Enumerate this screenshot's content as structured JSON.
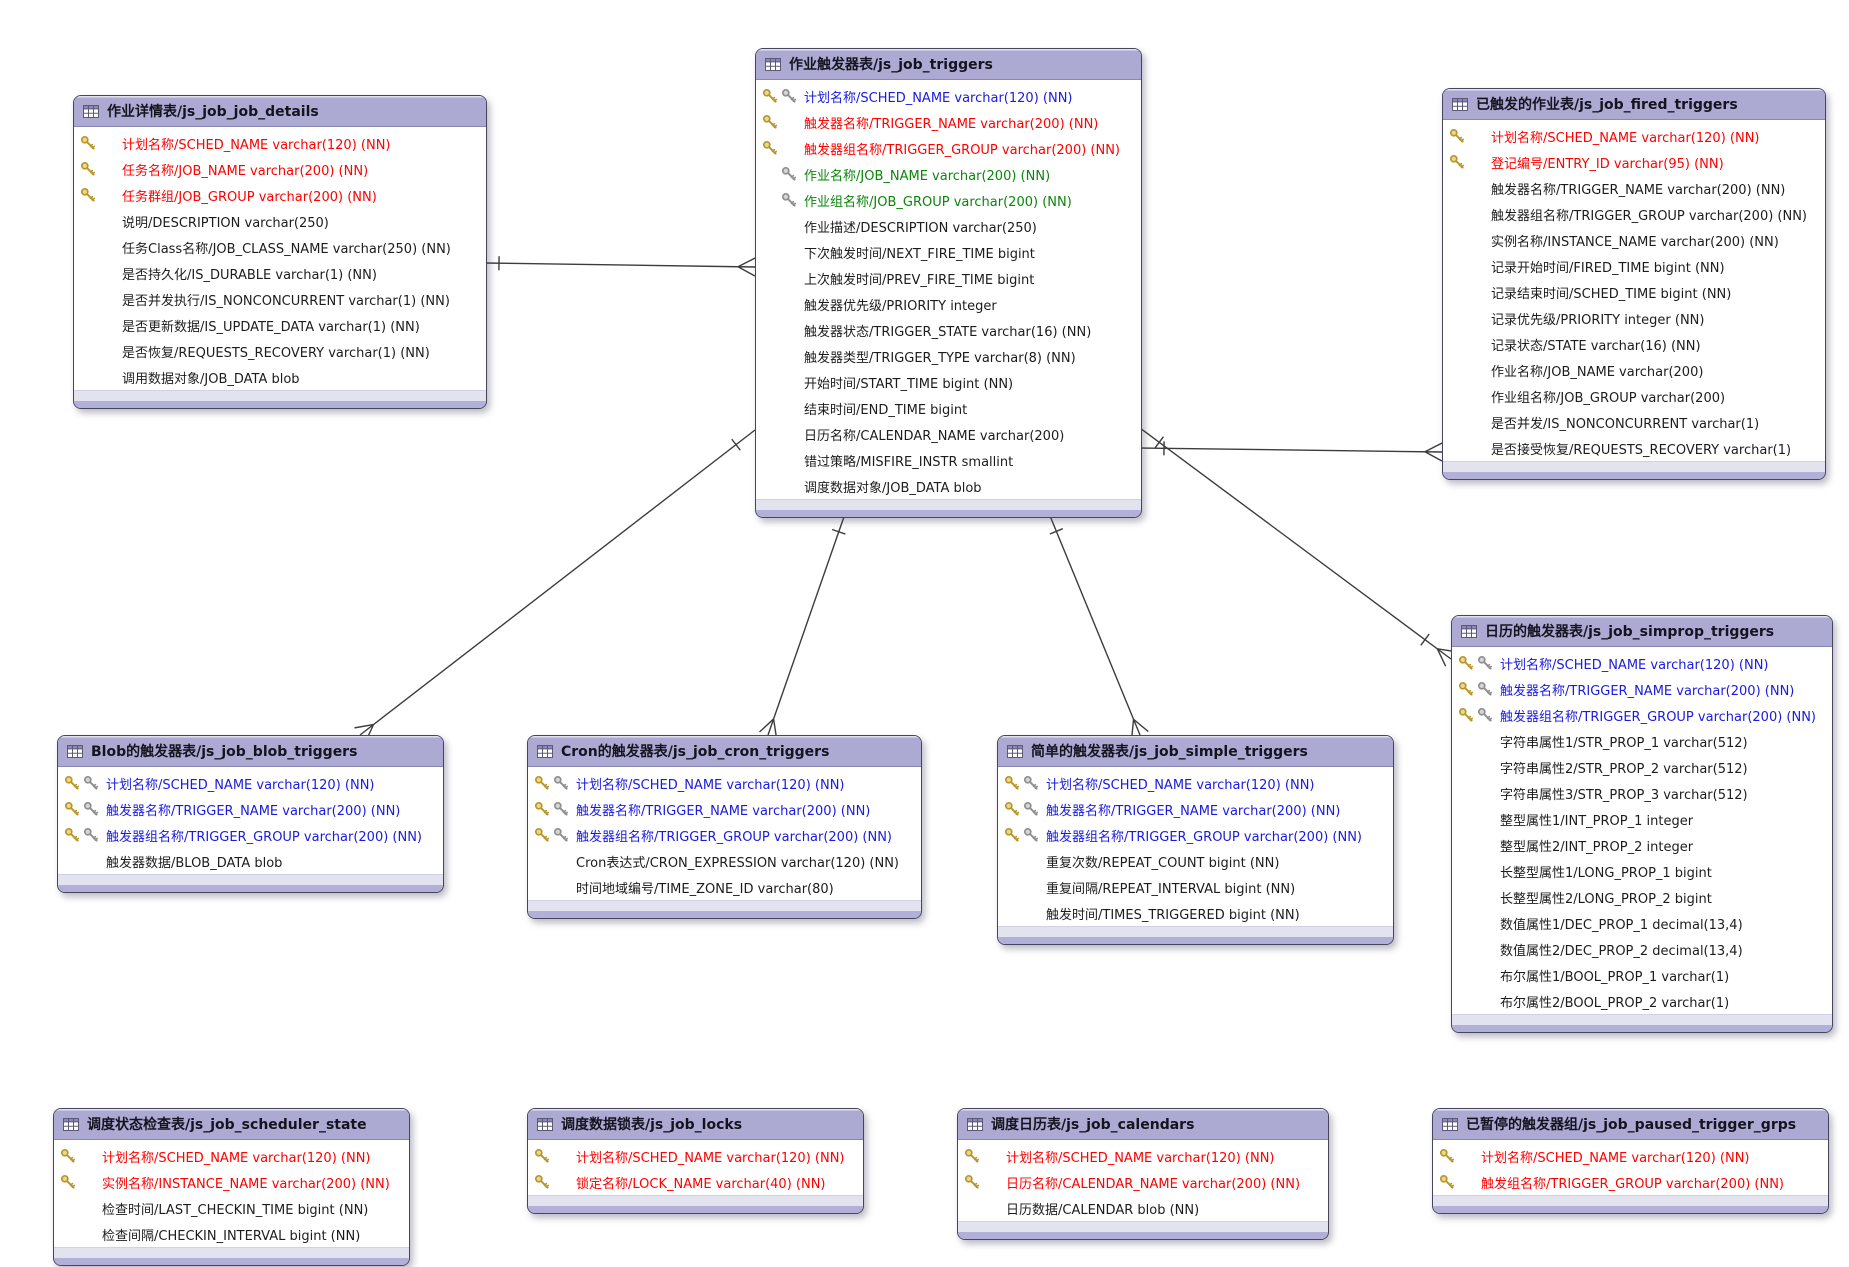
{
  "colors": {
    "header_fill": "#acaad2",
    "pk_red": "#ff0000",
    "pk_fk_blue": "#1a1ae0",
    "fk_green": "#0a860a",
    "field_black": "#1c1c1c",
    "line": "#3c3c3c",
    "gold_key": "#b8962e",
    "gray_key": "#8f8f8f"
  },
  "tables": [
    {
      "id": "job_details",
      "title": "作业详情表/js_job_job_details",
      "fields": [
        {
          "text": "计划名称/SCHED_NAME varchar(120) (NN)",
          "color": "red",
          "pk": true,
          "fk": false
        },
        {
          "text": "任务名称/JOB_NAME varchar(200) (NN)",
          "color": "red",
          "pk": true,
          "fk": false
        },
        {
          "text": "任务群组/JOB_GROUP varchar(200) (NN)",
          "color": "red",
          "pk": true,
          "fk": false
        },
        {
          "text": "说明/DESCRIPTION varchar(250)",
          "color": "black",
          "pk": false,
          "fk": false
        },
        {
          "text": "任务Class名称/JOB_CLASS_NAME varchar(250) (NN)",
          "color": "black",
          "pk": false,
          "fk": false
        },
        {
          "text": "是否持久化/IS_DURABLE varchar(1) (NN)",
          "color": "black",
          "pk": false,
          "fk": false
        },
        {
          "text": "是否并发执行/IS_NONCONCURRENT varchar(1) (NN)",
          "color": "black",
          "pk": false,
          "fk": false
        },
        {
          "text": "是否更新数据/IS_UPDATE_DATA varchar(1) (NN)",
          "color": "black",
          "pk": false,
          "fk": false
        },
        {
          "text": "是否恢复/REQUESTS_RECOVERY varchar(1) (NN)",
          "color": "black",
          "pk": false,
          "fk": false
        },
        {
          "text": "调用数据对象/JOB_DATA blob",
          "color": "black",
          "pk": false,
          "fk": false
        }
      ]
    },
    {
      "id": "triggers",
      "title": "作业触发器表/js_job_triggers",
      "fields": [
        {
          "text": "计划名称/SCHED_NAME varchar(120) (NN)",
          "color": "blue",
          "pk": true,
          "fk": true
        },
        {
          "text": "触发器名称/TRIGGER_NAME varchar(200) (NN)",
          "color": "red",
          "pk": true,
          "fk": false
        },
        {
          "text": "触发器组名称/TRIGGER_GROUP varchar(200) (NN)",
          "color": "red",
          "pk": true,
          "fk": false
        },
        {
          "text": "作业名称/JOB_NAME varchar(200) (NN)",
          "color": "green",
          "pk": false,
          "fk": true
        },
        {
          "text": "作业组名称/JOB_GROUP varchar(200) (NN)",
          "color": "green",
          "pk": false,
          "fk": true
        },
        {
          "text": "作业描述/DESCRIPTION varchar(250)",
          "color": "black",
          "pk": false,
          "fk": false
        },
        {
          "text": "下次触发时间/NEXT_FIRE_TIME bigint",
          "color": "black",
          "pk": false,
          "fk": false
        },
        {
          "text": "上次触发时间/PREV_FIRE_TIME bigint",
          "color": "black",
          "pk": false,
          "fk": false
        },
        {
          "text": "触发器优先级/PRIORITY integer",
          "color": "black",
          "pk": false,
          "fk": false
        },
        {
          "text": "触发器状态/TRIGGER_STATE varchar(16) (NN)",
          "color": "black",
          "pk": false,
          "fk": false
        },
        {
          "text": "触发器类型/TRIGGER_TYPE varchar(8) (NN)",
          "color": "black",
          "pk": false,
          "fk": false
        },
        {
          "text": "开始时间/START_TIME bigint (NN)",
          "color": "black",
          "pk": false,
          "fk": false
        },
        {
          "text": "结束时间/END_TIME bigint",
          "color": "black",
          "pk": false,
          "fk": false
        },
        {
          "text": "日历名称/CALENDAR_NAME varchar(200)",
          "color": "black",
          "pk": false,
          "fk": false
        },
        {
          "text": "错过策略/MISFIRE_INSTR smallint",
          "color": "black",
          "pk": false,
          "fk": false
        },
        {
          "text": "调度数据对象/JOB_DATA blob",
          "color": "black",
          "pk": false,
          "fk": false
        }
      ]
    },
    {
      "id": "fired_triggers",
      "title": "已触发的作业表/js_job_fired_triggers",
      "fields": [
        {
          "text": "计划名称/SCHED_NAME varchar(120) (NN)",
          "color": "red",
          "pk": true,
          "fk": false
        },
        {
          "text": "登记编号/ENTRY_ID varchar(95) (NN)",
          "color": "red",
          "pk": true,
          "fk": false
        },
        {
          "text": "触发器名称/TRIGGER_NAME varchar(200) (NN)",
          "color": "black",
          "pk": false,
          "fk": false
        },
        {
          "text": "触发器组名称/TRIGGER_GROUP varchar(200) (NN)",
          "color": "black",
          "pk": false,
          "fk": false
        },
        {
          "text": "实例名称/INSTANCE_NAME varchar(200) (NN)",
          "color": "black",
          "pk": false,
          "fk": false
        },
        {
          "text": "记录开始时间/FIRED_TIME bigint (NN)",
          "color": "black",
          "pk": false,
          "fk": false
        },
        {
          "text": "记录结束时间/SCHED_TIME bigint (NN)",
          "color": "black",
          "pk": false,
          "fk": false
        },
        {
          "text": "记录优先级/PRIORITY integer (NN)",
          "color": "black",
          "pk": false,
          "fk": false
        },
        {
          "text": "记录状态/STATE varchar(16) (NN)",
          "color": "black",
          "pk": false,
          "fk": false
        },
        {
          "text": "作业名称/JOB_NAME varchar(200)",
          "color": "black",
          "pk": false,
          "fk": false
        },
        {
          "text": "作业组名称/JOB_GROUP varchar(200)",
          "color": "black",
          "pk": false,
          "fk": false
        },
        {
          "text": "是否并发/IS_NONCONCURRENT varchar(1)",
          "color": "black",
          "pk": false,
          "fk": false
        },
        {
          "text": "是否接受恢复/REQUESTS_RECOVERY varchar(1)",
          "color": "black",
          "pk": false,
          "fk": false
        }
      ]
    },
    {
      "id": "simprop_triggers",
      "title": "日历的触发器表/js_job_simprop_triggers",
      "fields": [
        {
          "text": "计划名称/SCHED_NAME varchar(120) (NN)",
          "color": "blue",
          "pk": true,
          "fk": true
        },
        {
          "text": "触发器名称/TRIGGER_NAME varchar(200) (NN)",
          "color": "blue",
          "pk": true,
          "fk": true
        },
        {
          "text": "触发器组名称/TRIGGER_GROUP varchar(200) (NN)",
          "color": "blue",
          "pk": true,
          "fk": true
        },
        {
          "text": "字符串属性1/STR_PROP_1 varchar(512)",
          "color": "black",
          "pk": false,
          "fk": false
        },
        {
          "text": "字符串属性2/STR_PROP_2 varchar(512)",
          "color": "black",
          "pk": false,
          "fk": false
        },
        {
          "text": "字符串属性3/STR_PROP_3 varchar(512)",
          "color": "black",
          "pk": false,
          "fk": false
        },
        {
          "text": "整型属性1/INT_PROP_1 integer",
          "color": "black",
          "pk": false,
          "fk": false
        },
        {
          "text": "整型属性2/INT_PROP_2 integer",
          "color": "black",
          "pk": false,
          "fk": false
        },
        {
          "text": "长整型属性1/LONG_PROP_1 bigint",
          "color": "black",
          "pk": false,
          "fk": false
        },
        {
          "text": "长整型属性2/LONG_PROP_2 bigint",
          "color": "black",
          "pk": false,
          "fk": false
        },
        {
          "text": "数值属性1/DEC_PROP_1 decimal(13,4)",
          "color": "black",
          "pk": false,
          "fk": false
        },
        {
          "text": "数值属性2/DEC_PROP_2 decimal(13,4)",
          "color": "black",
          "pk": false,
          "fk": false
        },
        {
          "text": "布尔属性1/BOOL_PROP_1 varchar(1)",
          "color": "black",
          "pk": false,
          "fk": false
        },
        {
          "text": "布尔属性2/BOOL_PROP_2 varchar(1)",
          "color": "black",
          "pk": false,
          "fk": false
        }
      ]
    },
    {
      "id": "blob_triggers",
      "title": "Blob的触发器表/js_job_blob_triggers",
      "fields": [
        {
          "text": "计划名称/SCHED_NAME varchar(120) (NN)",
          "color": "blue",
          "pk": true,
          "fk": true
        },
        {
          "text": "触发器名称/TRIGGER_NAME varchar(200) (NN)",
          "color": "blue",
          "pk": true,
          "fk": true
        },
        {
          "text": "触发器组名称/TRIGGER_GROUP varchar(200) (NN)",
          "color": "blue",
          "pk": true,
          "fk": true
        },
        {
          "text": "触发器数据/BLOB_DATA blob",
          "color": "black",
          "pk": false,
          "fk": false
        }
      ]
    },
    {
      "id": "cron_triggers",
      "title": "Cron的触发器表/js_job_cron_triggers",
      "fields": [
        {
          "text": "计划名称/SCHED_NAME varchar(120) (NN)",
          "color": "blue",
          "pk": true,
          "fk": true
        },
        {
          "text": "触发器名称/TRIGGER_NAME varchar(200) (NN)",
          "color": "blue",
          "pk": true,
          "fk": true
        },
        {
          "text": "触发器组名称/TRIGGER_GROUP varchar(200) (NN)",
          "color": "blue",
          "pk": true,
          "fk": true
        },
        {
          "text": "Cron表达式/CRON_EXPRESSION varchar(120) (NN)",
          "color": "black",
          "pk": false,
          "fk": false
        },
        {
          "text": "时间地域编号/TIME_ZONE_ID varchar(80)",
          "color": "black",
          "pk": false,
          "fk": false
        }
      ]
    },
    {
      "id": "simple_triggers",
      "title": "简单的触发器表/js_job_simple_triggers",
      "fields": [
        {
          "text": "计划名称/SCHED_NAME varchar(120) (NN)",
          "color": "blue",
          "pk": true,
          "fk": true
        },
        {
          "text": "触发器名称/TRIGGER_NAME varchar(200) (NN)",
          "color": "blue",
          "pk": true,
          "fk": true
        },
        {
          "text": "触发器组名称/TRIGGER_GROUP varchar(200) (NN)",
          "color": "blue",
          "pk": true,
          "fk": true
        },
        {
          "text": "重复次数/REPEAT_COUNT bigint (NN)",
          "color": "black",
          "pk": false,
          "fk": false
        },
        {
          "text": "重复间隔/REPEAT_INTERVAL bigint (NN)",
          "color": "black",
          "pk": false,
          "fk": false
        },
        {
          "text": "触发时间/TIMES_TRIGGERED bigint (NN)",
          "color": "black",
          "pk": false,
          "fk": false
        }
      ]
    },
    {
      "id": "scheduler_state",
      "title": "调度状态检查表/js_job_scheduler_state",
      "fields": [
        {
          "text": "计划名称/SCHED_NAME varchar(120) (NN)",
          "color": "red",
          "pk": true,
          "fk": false
        },
        {
          "text": "实例名称/INSTANCE_NAME varchar(200) (NN)",
          "color": "red",
          "pk": true,
          "fk": false
        },
        {
          "text": "检查时间/LAST_CHECKIN_TIME bigint (NN)",
          "color": "black",
          "pk": false,
          "fk": false
        },
        {
          "text": "检查间隔/CHECKIN_INTERVAL bigint (NN)",
          "color": "black",
          "pk": false,
          "fk": false
        }
      ]
    },
    {
      "id": "locks",
      "title": "调度数据锁表/js_job_locks",
      "fields": [
        {
          "text": "计划名称/SCHED_NAME varchar(120) (NN)",
          "color": "red",
          "pk": true,
          "fk": false
        },
        {
          "text": "锁定名称/LOCK_NAME varchar(40) (NN)",
          "color": "red",
          "pk": true,
          "fk": false
        }
      ]
    },
    {
      "id": "calendars",
      "title": "调度日历表/js_job_calendars",
      "fields": [
        {
          "text": "计划名称/SCHED_NAME varchar(120) (NN)",
          "color": "red",
          "pk": true,
          "fk": false
        },
        {
          "text": "日历名称/CALENDAR_NAME varchar(200) (NN)",
          "color": "red",
          "pk": true,
          "fk": false
        },
        {
          "text": "日历数据/CALENDAR blob (NN)",
          "color": "black",
          "pk": false,
          "fk": false
        }
      ]
    },
    {
      "id": "paused_trigger_grps",
      "title": "已暂停的触发器组/js_job_paused_trigger_grps",
      "fields": [
        {
          "text": "计划名称/SCHED_NAME varchar(120) (NN)",
          "color": "red",
          "pk": true,
          "fk": false
        },
        {
          "text": "触发组名称/TRIGGER_GROUP varchar(200) (NN)",
          "color": "red",
          "pk": true,
          "fk": false
        }
      ]
    }
  ],
  "relationships": [
    {
      "from": "job_details",
      "to": "triggers"
    },
    {
      "from": "triggers",
      "to": "blob_triggers"
    },
    {
      "from": "triggers",
      "to": "cron_triggers"
    },
    {
      "from": "triggers",
      "to": "simple_triggers"
    },
    {
      "from": "triggers",
      "to": "simprop_triggers"
    },
    {
      "from": "triggers",
      "to": "fired_triggers"
    }
  ]
}
